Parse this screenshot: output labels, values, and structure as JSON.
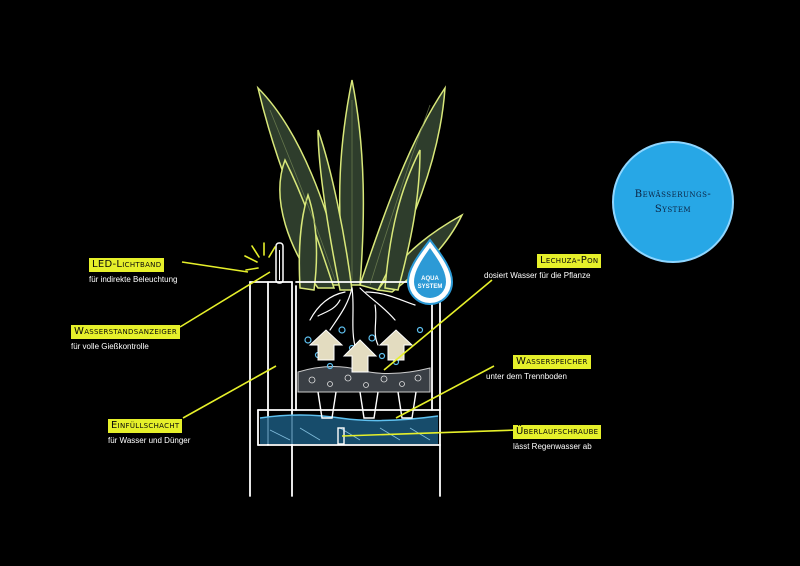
{
  "colors": {
    "background": "#000000",
    "highlight": "#e6f02a",
    "badge_blue": "#27a7e6",
    "line": "#e6f02a",
    "chalk": "#ffffff",
    "water": "#5fc1f0",
    "leaf_dark": "#2e3d2c",
    "leaf_edge": "#d9e87a"
  },
  "badge": {
    "text": "Bewässerungs-System"
  },
  "logo": {
    "line1": "AQUA",
    "line2": "SYSTEM"
  },
  "labels": [
    {
      "id": "led",
      "title": "LED-Lichtband",
      "subtitle": "für indirekte Beleuchtung"
    },
    {
      "id": "level",
      "title": "Wasserstandsanzeiger",
      "subtitle": "für volle Gießkontrolle"
    },
    {
      "id": "fill",
      "title": "Einfüllschacht",
      "subtitle": "für Wasser und Dünger"
    },
    {
      "id": "pon",
      "title": "Lechuza-Pon",
      "subtitle": "dosiert Wasser für die Pflanze"
    },
    {
      "id": "reservoir",
      "title": "Wasserspeicher",
      "subtitle": "unter dem Trennboden"
    },
    {
      "id": "overflow",
      "title": "Überlaufschraube",
      "subtitle": "lässt Regenwasser ab"
    }
  ]
}
